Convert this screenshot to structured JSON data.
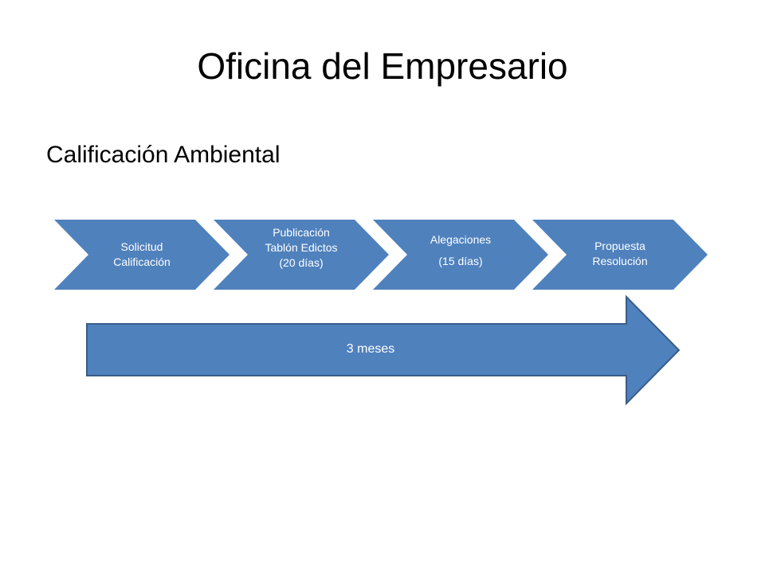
{
  "title": "Oficina del Empresario",
  "subtitle": "Calificación Ambiental",
  "colors": {
    "fill": "#4f81bd",
    "stroke": "#385d8a",
    "text": "#ffffff"
  },
  "steps": [
    {
      "lines": [
        "Solicitud",
        "Calificación"
      ]
    },
    {
      "lines": [
        "Publicación",
        "Tablón Edictos",
        "(20 días)"
      ]
    },
    {
      "lines": [
        "Alegaciones",
        "(15 días)"
      ]
    },
    {
      "lines": [
        "Propuesta",
        "Resolución"
      ]
    }
  ],
  "duration": {
    "label": "3 meses"
  }
}
